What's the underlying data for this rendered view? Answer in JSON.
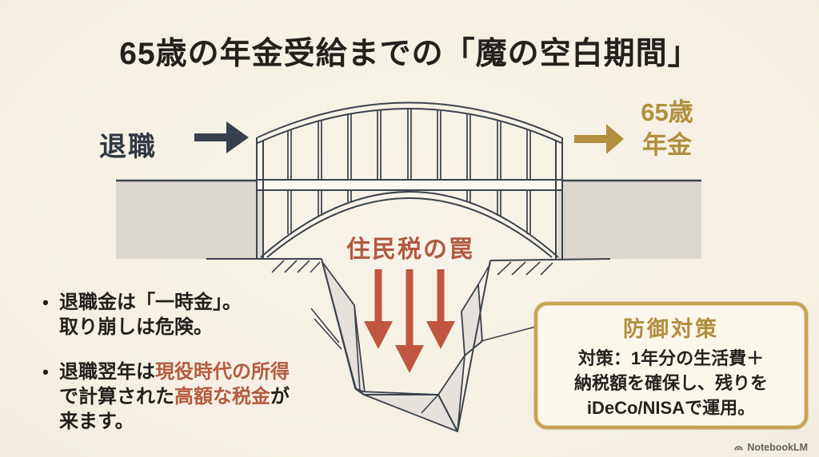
{
  "title": "65歳の年金受給までの「魔の空白期間」",
  "bridge_diagram": {
    "left_label": "退職",
    "right_label": {
      "line1": "65歳",
      "line2": "年金"
    },
    "trap_label": "住民税の罠",
    "icons": {
      "left_arrow": "dark-right-arrow-icon",
      "right_arrow": "gold-right-arrow-icon",
      "trap_arrows": "three-red-down-arrows-icon"
    },
    "colors": {
      "ink": "#3a424e",
      "gold": "#b28f3e",
      "terracotta": "#b45a3f",
      "red_arrow": "#c0563f",
      "ground_gray": "#dcd8d0",
      "pit_gray": "#e6e2db",
      "deck_white": "#fbf8f0",
      "dark_arrow": "#37404d"
    }
  },
  "notes": {
    "marker": "•",
    "bullet1": {
      "line1": "退職金は「一時金」。",
      "line2": "取り崩しは危険。"
    },
    "bullet2": {
      "seg1": "退職翌年は",
      "seg2_highlight": "現役時代の所得",
      "seg3": "で計算された",
      "seg4_highlight": "高額な税金",
      "seg5": "が来ます。"
    },
    "highlight_color": "#b45a3f"
  },
  "defense_box": {
    "title": "防御対策",
    "line1": "対策：1年分の生活費＋",
    "line2": "納税額を確保し、残りを",
    "line3": "iDeCo/NISAで運用。",
    "border_color": "#c7a44f",
    "title_color": "#b28d3c"
  },
  "watermark": {
    "brand": "NotebookLM",
    "icon": "notebooklm-logo-icon"
  }
}
